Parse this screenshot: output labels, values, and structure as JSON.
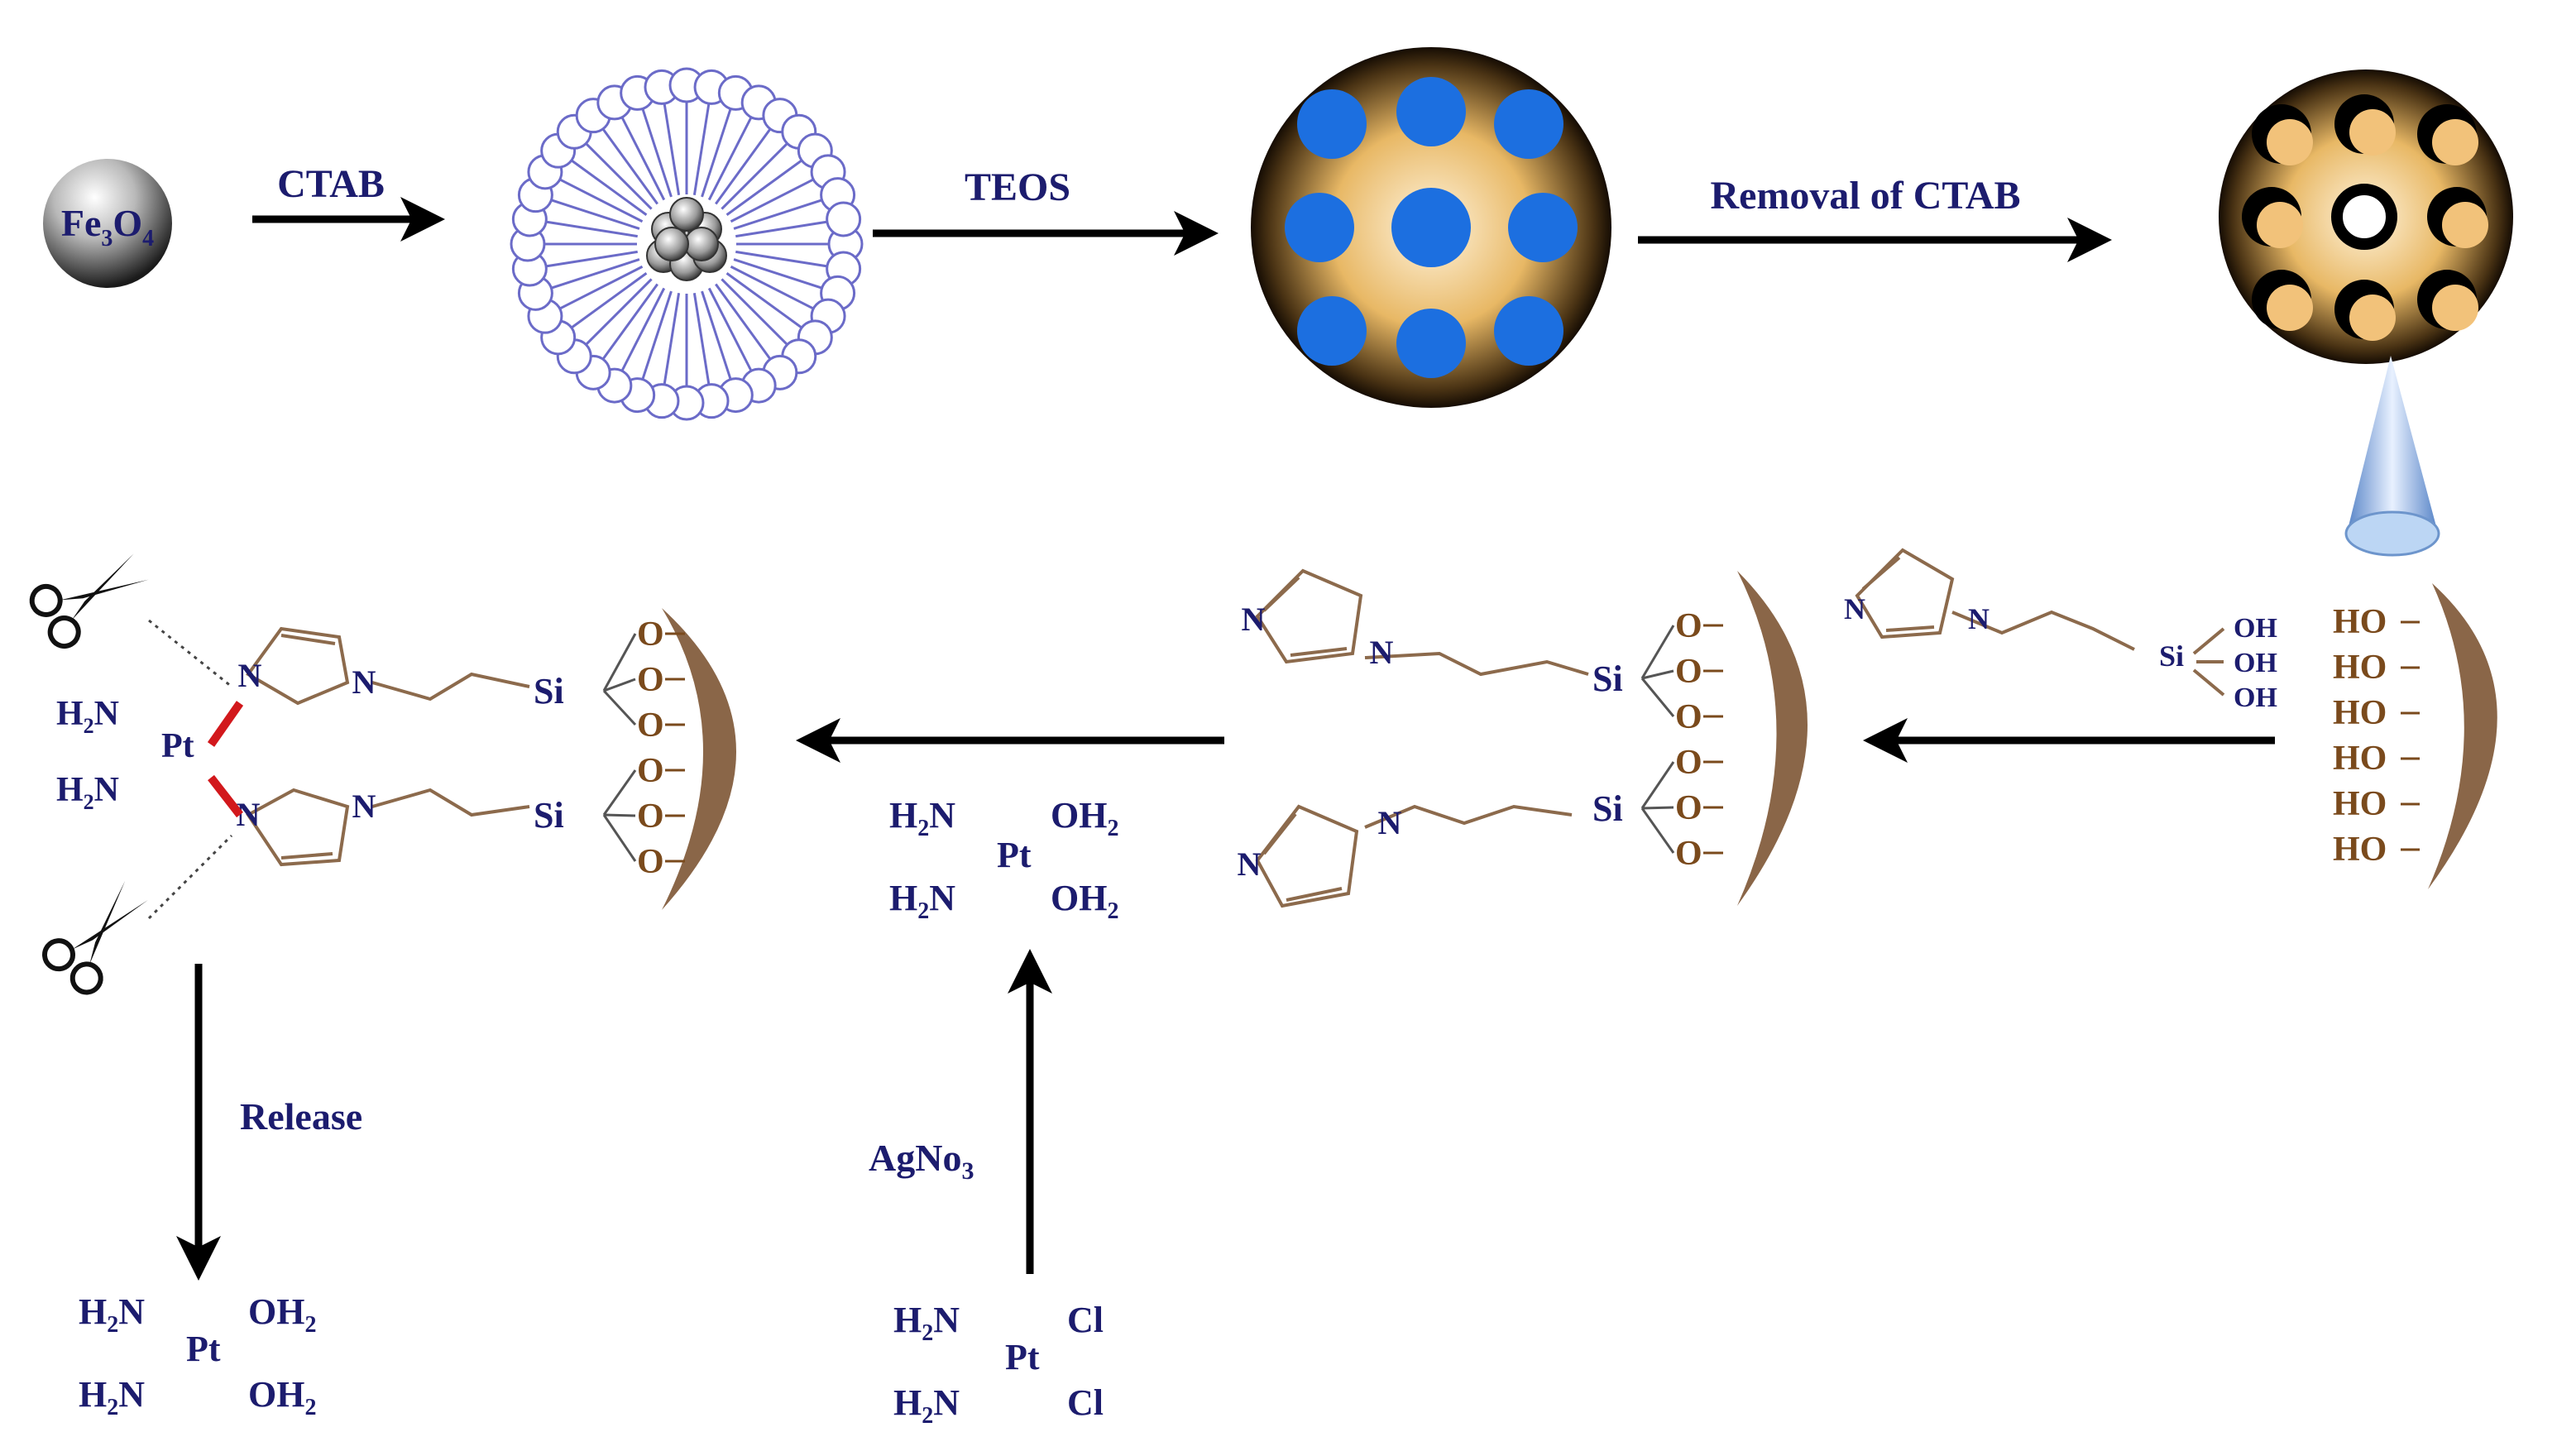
{
  "top_row": {
    "core_label": "Fe3O4",
    "core_label_main": "Fe",
    "core_label_sub1": "3",
    "core_label_o": "O",
    "core_label_sub2": "4",
    "step1_label": "CTAB",
    "step2_label": "TEOS",
    "step3_label": "Removal of CTAB"
  },
  "bottom_row": {
    "surface_hydroxyl": "HO",
    "silane_oh": "OH",
    "silicon": "Si",
    "oxygen": "O",
    "nitrogen": "N",
    "platinum": "Pt",
    "amine": "H2N",
    "amine_main": "H",
    "amine_sub": "2",
    "amine_n": "N",
    "water_o": "OH",
    "water_sub": "2",
    "chloride": "Cl",
    "reagent_main": "AgNo",
    "reagent_sub": "3",
    "release_label": "Release"
  },
  "colors": {
    "text_navy": "#1c1c6e",
    "brown_shell": "#8a6648",
    "silica_gold": "#e6b45c",
    "pore_blue": "#1c6fe0",
    "bond_red": "#d2181c"
  }
}
